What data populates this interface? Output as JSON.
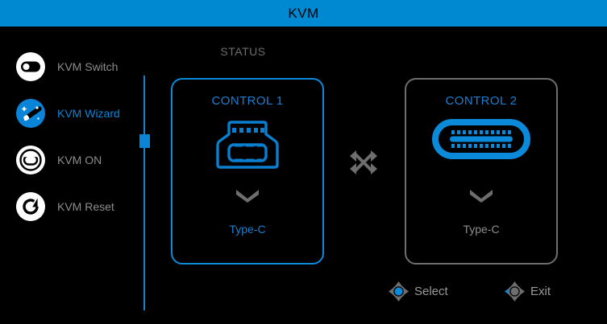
{
  "header": {
    "title": "KVM",
    "background_color": "#0088d1",
    "title_color": "#000000"
  },
  "sidebar": {
    "items": [
      {
        "label": "KVM Switch",
        "icon": "toggle-switch-icon",
        "selected": false
      },
      {
        "label": "KVM Wizard",
        "icon": "magic-wand-icon",
        "selected": true
      },
      {
        "label": "KVM ON",
        "icon": "power-rings-icon",
        "selected": false
      },
      {
        "label": "KVM Reset",
        "icon": "refresh-icon",
        "selected": false
      }
    ],
    "selected_color": "#0a84d8",
    "unselected_color": "#8d8d8d",
    "scrollbar": {
      "name": "scrollbar",
      "thumb_color": "#0a84d8"
    }
  },
  "main": {
    "status_label": "STATUS",
    "swap_icon": "shuffle-icon",
    "panels": [
      {
        "title": "CONTROL 1",
        "connector_icon": "usb-type-b-icon",
        "arrow_icon": "chevron-down-icon",
        "sublabel": "Type-C",
        "selected": true,
        "border_color": "#0a8ad9",
        "title_color": "#1a7fd4",
        "sublabel_color": "#1a7fd4",
        "connector_color": "#0a7fd0"
      },
      {
        "title": "CONTROL 2",
        "connector_icon": "usb-type-c-icon",
        "arrow_icon": "chevron-down-icon",
        "sublabel": "Type-C",
        "selected": false,
        "border_color": "#6e6e6e",
        "title_color": "#1a7fd4",
        "sublabel_color": "#8d8d8d",
        "connector_color": "#0a8ad9"
      }
    ]
  },
  "footer": {
    "hints": [
      {
        "label": "Select",
        "icon": "joystick-select-icon",
        "accent": "#0a8ad9"
      },
      {
        "label": "Exit",
        "icon": "joystick-exit-icon",
        "accent": "#0a8ad9"
      }
    ],
    "label_color": "#9a9a9a"
  }
}
